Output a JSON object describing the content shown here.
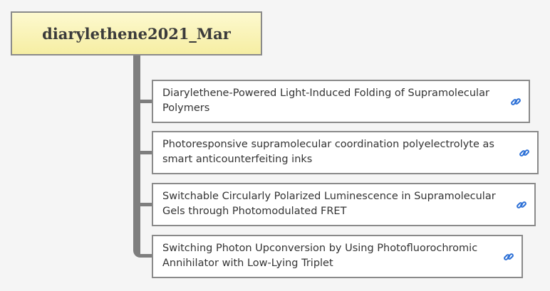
{
  "root": {
    "title": "diarylethene2021_Mar"
  },
  "topics": [
    {
      "text": "Diarylethene-Powered Light-Induced Folding of Supramolecular Polymers",
      "icon": "link-icon"
    },
    {
      "text": "Photoresponsive supramolecular coordination polyelectrolyte as smart anticounterfeiting inks",
      "icon": "link-icon"
    },
    {
      "text": "Switchable Circularly Polarized Luminescence in Supramolecular Gels through Photomodulated FRET",
      "icon": "link-icon"
    },
    {
      "text": "Switching Photon Upconversion by Using Photofluorochromic Annihilator with Low-Lying Triplet",
      "icon": "link-icon"
    }
  ],
  "colors": {
    "root_fill": "#f6eea3",
    "connector": "#7e7e7e",
    "link_icon": "#2b6fd6"
  }
}
